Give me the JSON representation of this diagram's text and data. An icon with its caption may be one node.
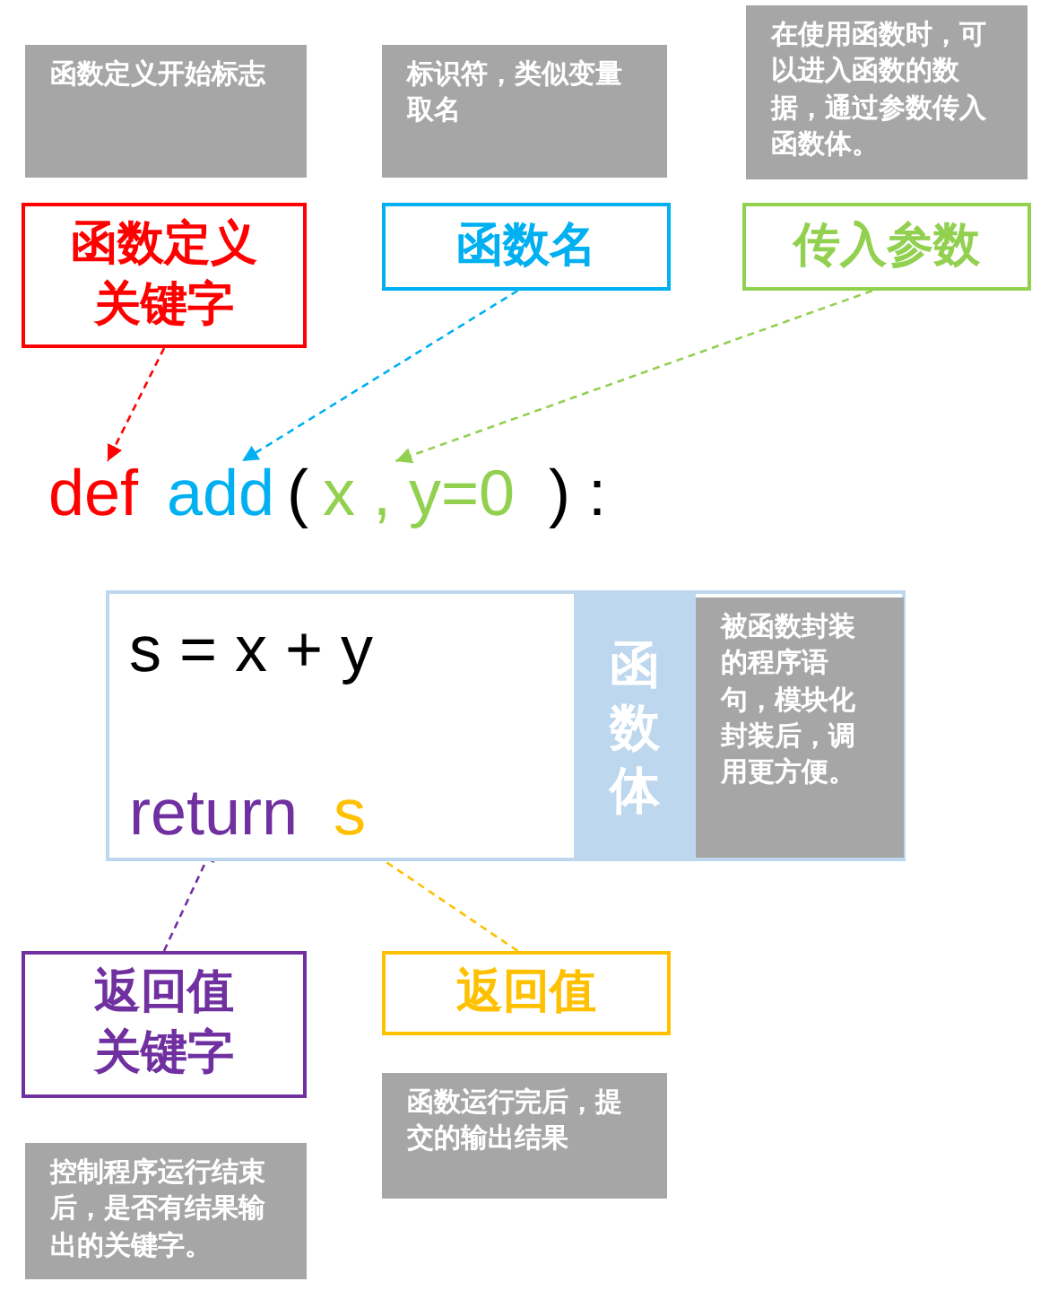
{
  "diagram": {
    "nodes": [
      {
        "text": [
          "函数定义开始标志"
        ]
      },
      {
        "text": [
          "标识符，类似变量取名"
        ]
      },
      {
        "text": [
          "在使用函数时，可以进入函数的数据，通过参数传入函数体。"
        ]
      },
      {
        "text": [
          "函数定义关键字"
        ]
      },
      {
        "text": [
          "函数名"
        ]
      },
      {
        "text": [
          "传入参数"
        ]
      },
      {
        "text": [
          "def"
        ]
      },
      {
        "text": [
          "add"
        ]
      },
      {
        "text": [
          "x , y=0"
        ]
      },
      {
        "text": [],
        "shape": "box"
      },
      {
        "text": [
          "s = x + y"
        ],
        "in": 9
      },
      {
        "text": [
          "return"
        ],
        "in": 9
      },
      {
        "text": [
          "s"
        ],
        "in": 9
      },
      {
        "text": [
          "函数体"
        ],
        "in": 9
      },
      {
        "text": [
          "被函数封装的程序语句，模块化封装后，调用更方便。"
        ],
        "in": 9
      },
      {
        "text": [
          "返回值关键字"
        ]
      },
      {
        "text": [
          "返回值"
        ]
      },
      {
        "text": [
          "控制程序运行结束后，是否有结果输出的关键字。"
        ]
      },
      {
        "text": [
          "函数运行完后，提交的输出结果"
        ]
      }
    ],
    "edges": [
      {
        "from": 3,
        "to": 6,
        "arrow": "to",
        "style": "dashed",
        "color": "#ff0000"
      },
      {
        "from": 4,
        "to": 7,
        "arrow": "to",
        "style": "dashed",
        "color": "#00b0f0"
      },
      {
        "from": 5,
        "to": 8,
        "arrow": "to",
        "style": "dashed",
        "color": "#92d050"
      },
      {
        "from": 15,
        "to": 11,
        "arrow": "to",
        "style": "dashed",
        "color": "#7030a0"
      },
      {
        "from": 16,
        "to": 12,
        "arrow": "to",
        "style": "dashed",
        "color": "#ffc000"
      }
    ],
    "labels": [
      "(",
      ")",
      ":"
    ]
  }
}
